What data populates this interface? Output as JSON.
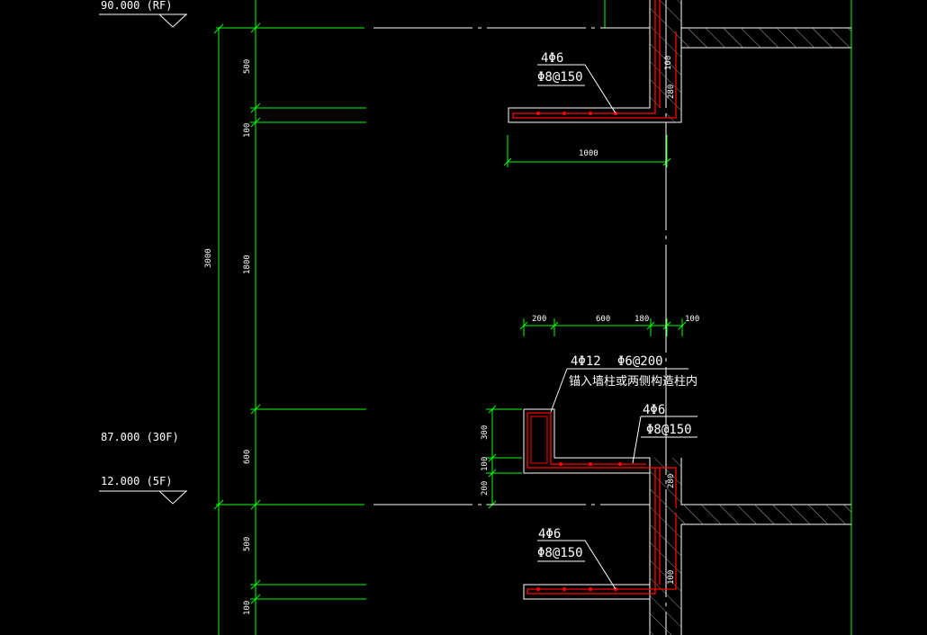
{
  "colors": {
    "background": "#000000",
    "grid_line": "#00ff00",
    "structure_outline": "#ffffff",
    "rebar": "#ff0000",
    "hatch": "#b0b0b0",
    "text": "#ffffff"
  },
  "levels": {
    "top": "90.000    (RF)",
    "mid_a": "87.000    (30F)",
    "mid_b": "12.000    (5F)"
  },
  "dimensions_vertical": {
    "total": "3000",
    "top_500": "500",
    "top_100": "100",
    "middle_1800": "1800",
    "lower_600": "600",
    "bottom_500": "500",
    "bottom_100": "100",
    "ledge_300": "300",
    "ledge_100": "100",
    "ledge_200": "200"
  },
  "dimensions_horizontal": {
    "canopy_1000": "1000",
    "seg_200": "200",
    "seg_600": "600",
    "seg_180": "180",
    "seg_100": "100"
  },
  "rebar_labels": {
    "top_bars": "4Φ6",
    "top_stirrup": "Φ8@150",
    "ledge_main": "4Φ12",
    "ledge_stirrup": "Φ6@200",
    "ledge_note": "锚入墙柱或两侧构造柱内",
    "mid_bars": "4Φ6",
    "mid_stirrup": "Φ8@150",
    "bottom_bars": "4Φ6",
    "bottom_stirrup": "Φ8@150"
  },
  "wall_dimensions": {
    "upper_top": "100",
    "upper_280": "280",
    "lower_280": "280",
    "lower_100": "100"
  }
}
